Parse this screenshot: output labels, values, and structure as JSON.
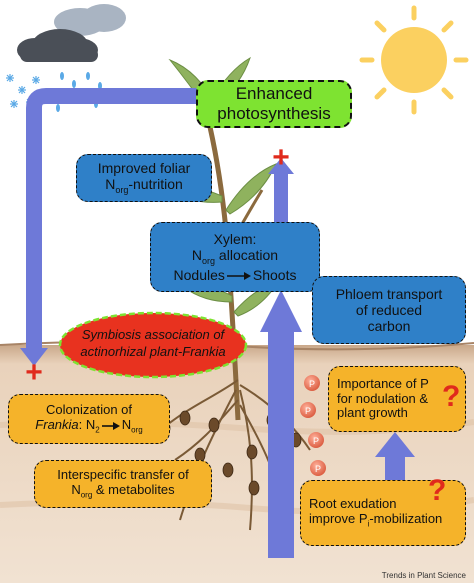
{
  "photosynthesis": {
    "line1": "Enhanced",
    "line2": "photosynthesis"
  },
  "foliar": {
    "line1": "Improved foliar",
    "n": "N",
    "sub": "org",
    "after": "-nutrition"
  },
  "xylem": {
    "line1": "Xylem:",
    "n": "N",
    "sub": "org",
    "after": " allocation",
    "from": "Nodules",
    "to": "Shoots"
  },
  "phloem": {
    "line1": "Phloem transport",
    "line2": "of reduced",
    "line3": "carbon"
  },
  "symbiosis": {
    "line1": "Symbiosis association of",
    "line2": "actinorhizal plant-Frankia"
  },
  "colonization": {
    "line1": "Colonization of",
    "frankia": "Frankia",
    "n2a": "N",
    "n2s": "2",
    "n": "N",
    "sub": "org"
  },
  "interspecific": {
    "line1": "Interspecific transfer of",
    "n": "N",
    "sub": "org",
    "after": " & metabolites"
  },
  "importance": {
    "line1": "Importance of P",
    "line2": "for nodulation &",
    "line3": "plant growth"
  },
  "exudation": {
    "line1": "Root exudation",
    "line2a": "improve P",
    "sub": "i",
    "line2b": "-mobilization"
  },
  "plus_sign": "+",
  "question_mark": "?",
  "p_label": "P",
  "credit": "Trends in Plant Science",
  "colors": {
    "blue_box": "#2f80c8",
    "orange_box": "#f5b32a",
    "green_box": "#7ee331",
    "red_ellipse": "#e8321f",
    "arrow": "#6e79d8",
    "soil": "#e8cfb4"
  }
}
